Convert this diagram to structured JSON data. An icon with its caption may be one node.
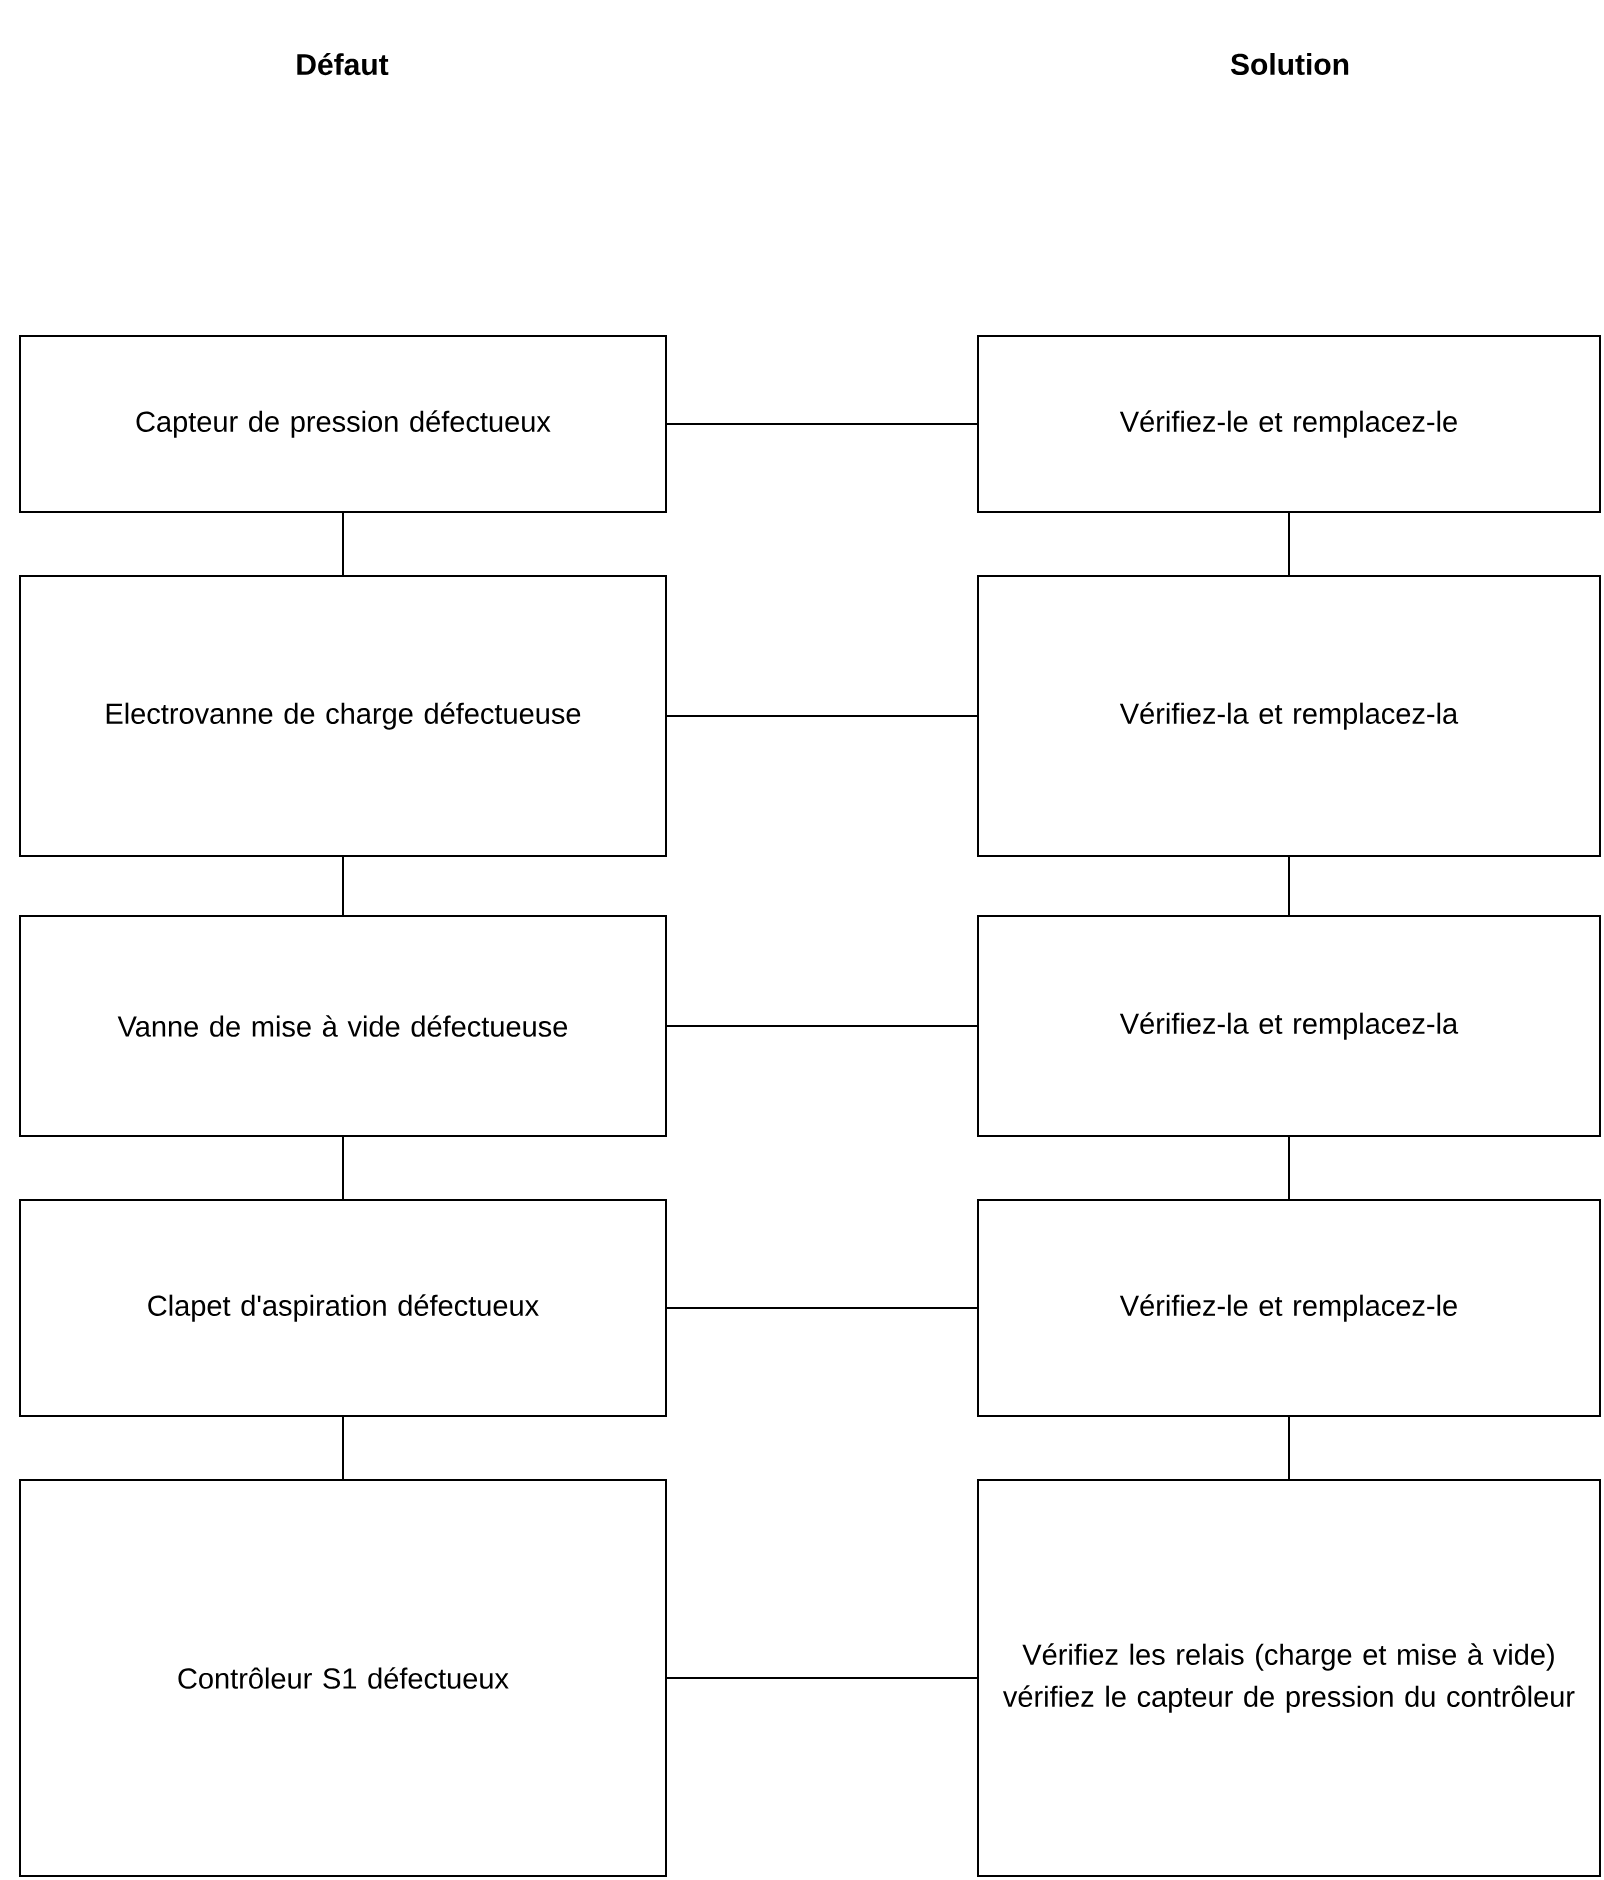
{
  "diagram": {
    "nodes": [
      {
        "text": [
          "Capteur de pression défectueux"
        ]
      },
      {
        "text": [
          "Vérifiez-le et remplacez-le"
        ]
      },
      {
        "text": [
          "Electrovanne de charge défectueuse"
        ]
      },
      {
        "text": [
          "Vérifiez-la et remplacez-la"
        ]
      },
      {
        "text": [
          "Vanne de mise à vide défectueuse"
        ]
      },
      {
        "text": [
          "Vérifiez-la et remplacez-la"
        ]
      },
      {
        "text": [
          "Clapet d'aspiration défectueux"
        ]
      },
      {
        "text": [
          "Vérifiez-le et remplacez-le"
        ]
      },
      {
        "text": [
          "Contrôleur S1 défectueux"
        ]
      },
      {
        "text": [
          "Vérifiez les relais (charge et mise à vide) vérifiez le capteur de pression du contrôleur"
        ]
      }
    ],
    "edges": [
      {
        "from": 0,
        "to": 1,
        "arrow": "none"
      },
      {
        "from": 0,
        "to": 2,
        "arrow": "none"
      },
      {
        "from": 1,
        "to": 3,
        "arrow": "none"
      },
      {
        "from": 2,
        "to": 3,
        "arrow": "none"
      },
      {
        "from": 2,
        "to": 4,
        "arrow": "none"
      },
      {
        "from": 3,
        "to": 5,
        "arrow": "none"
      },
      {
        "from": 4,
        "to": 5,
        "arrow": "none"
      },
      {
        "from": 4,
        "to": 6,
        "arrow": "none"
      },
      {
        "from": 5,
        "to": 7,
        "arrow": "none"
      },
      {
        "from": 6,
        "to": 7,
        "arrow": "none"
      },
      {
        "from": 6,
        "to": 8,
        "arrow": "none"
      },
      {
        "from": 7,
        "to": 9,
        "arrow": "none"
      },
      {
        "from": 8,
        "to": 9,
        "arrow": "none"
      }
    ],
    "labels": [
      "Défaut",
      "Solution"
    ]
  }
}
